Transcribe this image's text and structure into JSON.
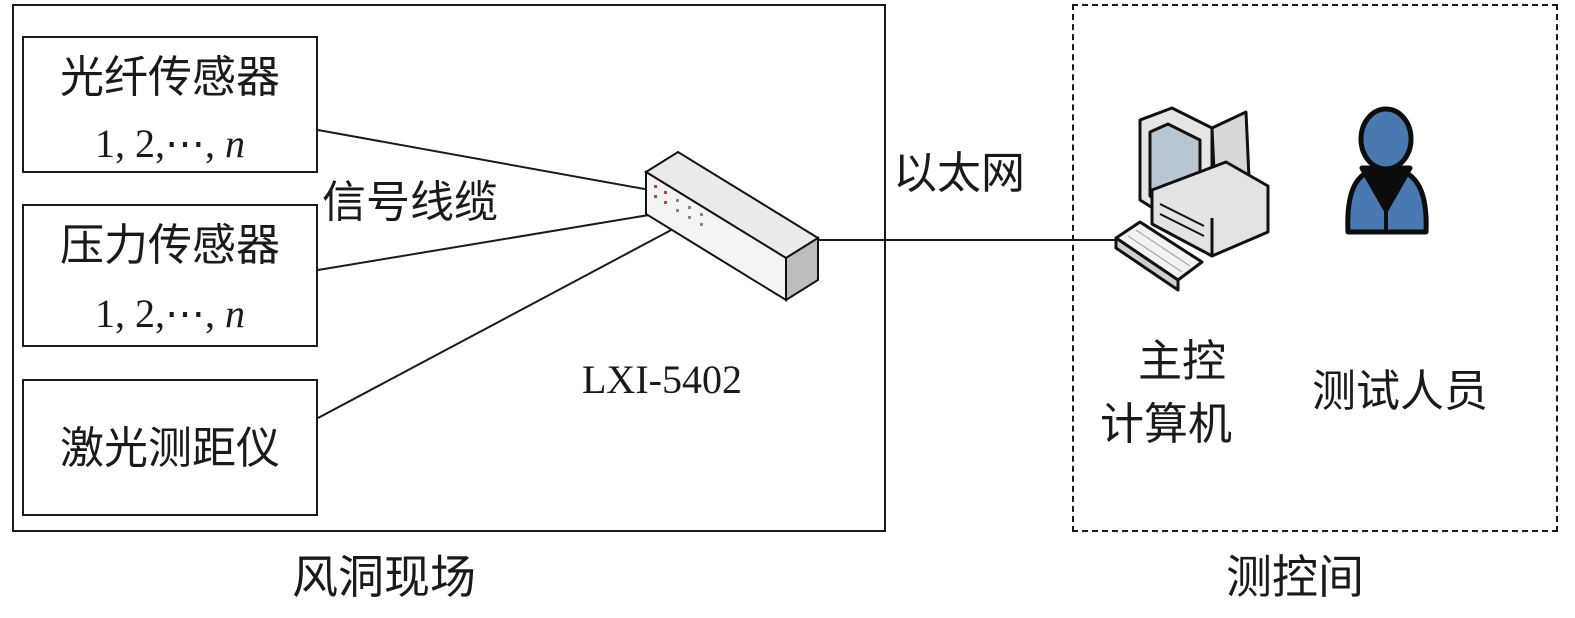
{
  "site": {
    "region_label": "风洞现场",
    "sensors": [
      {
        "title": "光纤传感器",
        "sub_prefix": "1, 2,⋯, ",
        "sub_var": "n"
      },
      {
        "title": "压力传感器",
        "sub_prefix": "1, 2,⋯, ",
        "sub_var": "n"
      },
      {
        "title": "激光测距仪",
        "sub_prefix": "",
        "sub_var": ""
      }
    ],
    "cable_label": "信号线缆",
    "device_label": "LXI-5402"
  },
  "link": {
    "label": "以太网"
  },
  "control_room": {
    "region_label": "测控间",
    "computer_label_line1": "主控",
    "computer_label_line2": "计算机",
    "operator_label": "测试人员"
  },
  "colors": {
    "line": "#1a1a1a",
    "person_fill": "#4a78b0",
    "person_dark": "#0d0d0d"
  }
}
